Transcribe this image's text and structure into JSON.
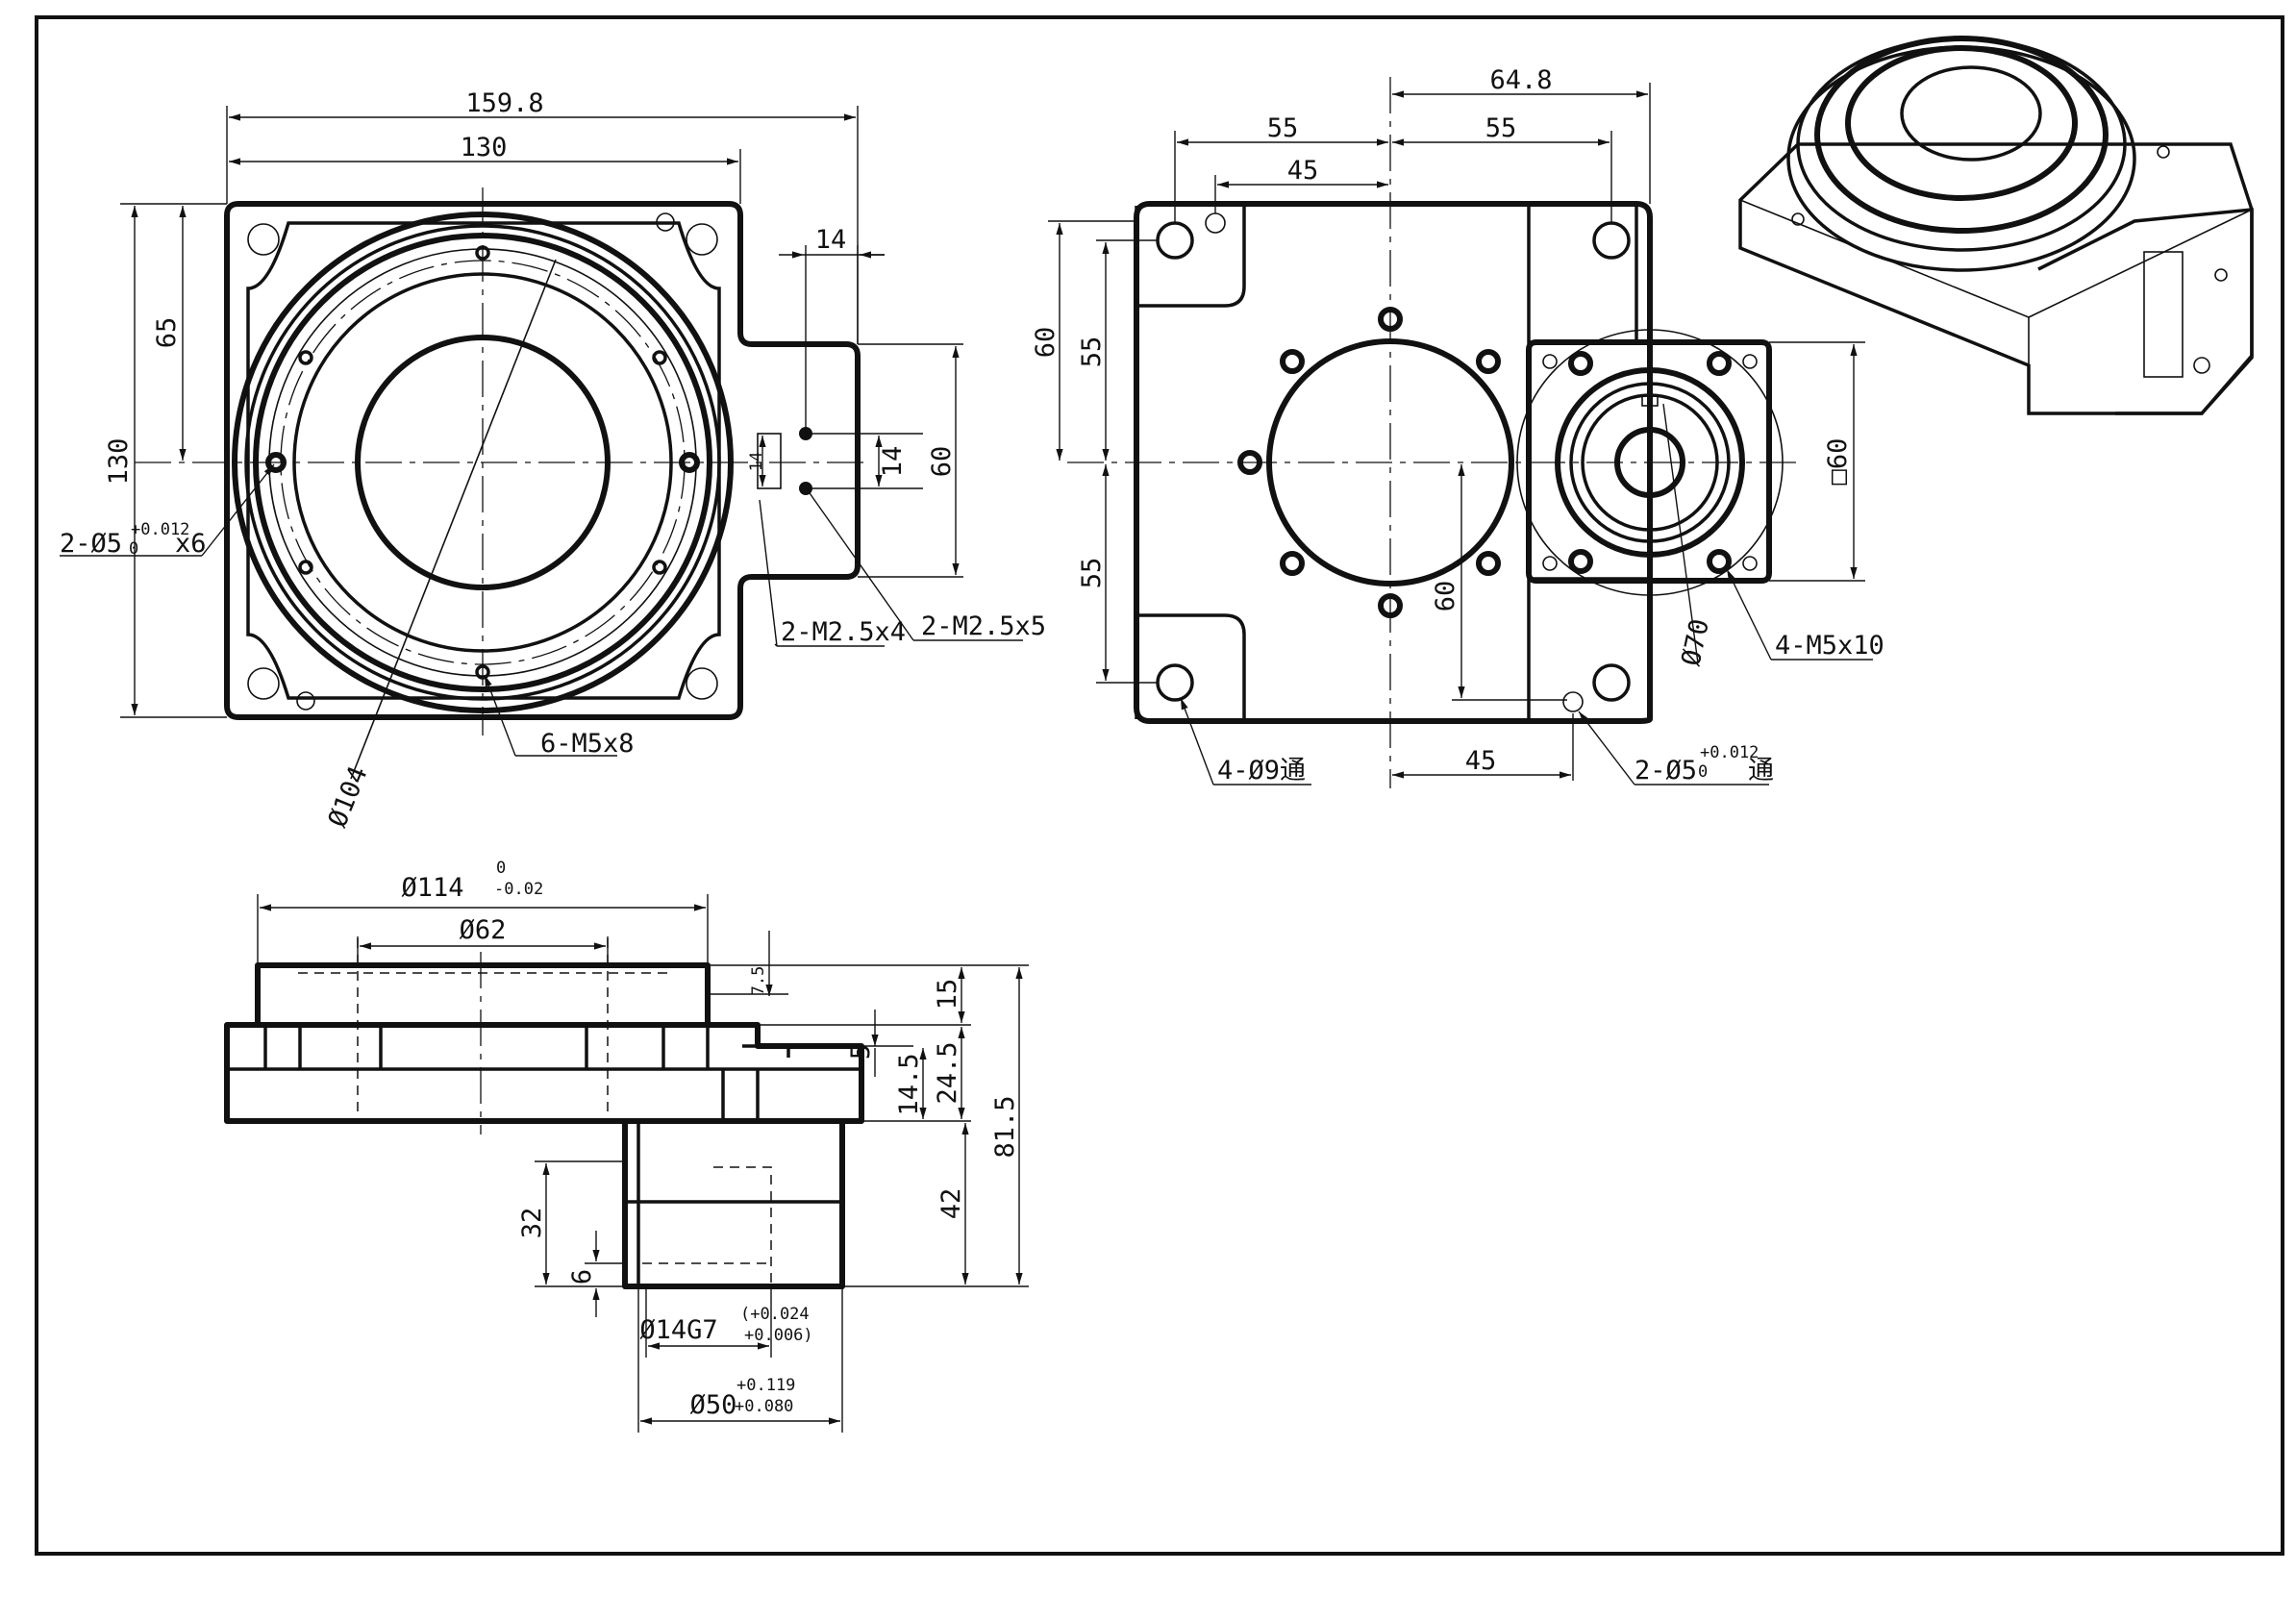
{
  "view1": {
    "overall_width": "159.8",
    "body_width": "130",
    "height_130": "130",
    "height_65": "65",
    "tab_14": "14",
    "vert_14_a": "14",
    "vert_14_b": "14",
    "vert_60": "60",
    "pin_label": "2-Ø5",
    "pin_tol_upper": "+0.012",
    "pin_tol_lower": "0",
    "pin_mult": "x6",
    "m25x4": "2-M2.5x4",
    "m25x5": "2-M2.5x5",
    "dia104": "Ø104",
    "m5x8": "6-M5x8"
  },
  "view2": {
    "dim_64_8": "64.8",
    "dim_55_left": "55",
    "dim_55_right": "55",
    "dim_45_top": "45",
    "dim_60_left": "60",
    "dim_55_v_top": "55",
    "dim_55_v_bottom": "55",
    "dim_60_inner": "60",
    "dim_70": "Ø70",
    "square60": "□60",
    "m5x10": "4-M5x10",
    "holes_9": "4-Ø9通",
    "dim_45_bottom": "45",
    "pin_label": "2-Ø5",
    "pin_tol_upper": "+0.012",
    "pin_tol_lower": "0",
    "pin_suffix": "通"
  },
  "view3": {
    "dia114": "Ø114",
    "dia114_tol_upper": "0",
    "dia114_tol_lower": "-0.02",
    "dia62": "Ø62",
    "dim_7_5": "7.5",
    "dim_15": "15",
    "dim_5": "5",
    "dim_24_5": "24.5",
    "dim_14_5": "14.5",
    "dim_81_5": "81.5",
    "dim_42": "42",
    "dim_32": "32",
    "dim_6": "6",
    "bore": "Ø14G7",
    "bore_tol_upper": "(+0.024",
    "bore_tol_lower": "+0.006)",
    "dia50": "Ø50",
    "dia50_tol_upper": "+0.119",
    "dia50_tol_lower": "+0.080"
  }
}
